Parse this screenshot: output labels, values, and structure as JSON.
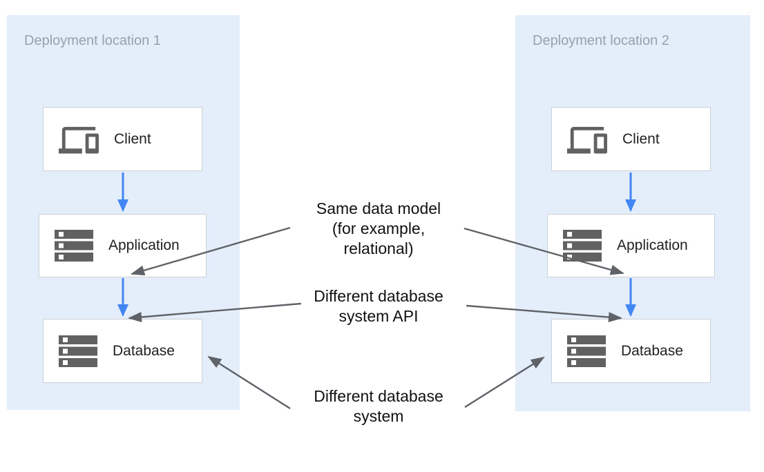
{
  "panels": [
    {
      "title": "Deployment location 1",
      "nodes": [
        {
          "label": "Client",
          "icon": "devices-icon"
        },
        {
          "label": "Application",
          "icon": "storage-icon"
        },
        {
          "label": "Database",
          "icon": "storage-icon"
        }
      ]
    },
    {
      "title": "Deployment location 2",
      "nodes": [
        {
          "label": "Client",
          "icon": "devices-icon"
        },
        {
          "label": "Application",
          "icon": "storage-icon"
        },
        {
          "label": "Database",
          "icon": "storage-icon"
        }
      ]
    }
  ],
  "annotations": [
    {
      "lines": [
        "Same data model",
        "(for example,",
        "relational)"
      ]
    },
    {
      "lines": [
        "Different database",
        "system API"
      ]
    },
    {
      "lines": [
        "Different database",
        "system"
      ]
    }
  ],
  "colors": {
    "panel_background": "#e3eefa",
    "panel_title": "#9aa0a6",
    "node_border": "#ccd0d5",
    "node_background": "#ffffff",
    "node_label": "#212121",
    "icon_gray": "#616161",
    "flow_arrow_blue": "#4285f4",
    "pointer_gray": "#5f6368",
    "annotation_text": "#111111"
  }
}
